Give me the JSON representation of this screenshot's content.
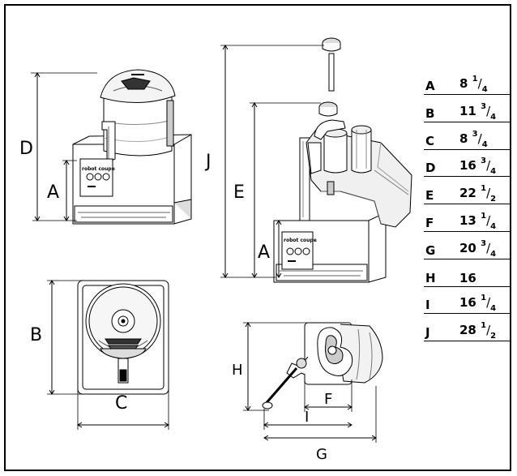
{
  "dimension_labels": {
    "a1": "A",
    "d": "D",
    "j": "J",
    "e": "E",
    "a2": "A",
    "b": "B",
    "c": "C",
    "h": "H",
    "f": "F",
    "i": "I",
    "g": "G"
  },
  "brand_text": "robot coupe",
  "dimensions_table": [
    {
      "key": "A",
      "whole": "8",
      "num": "1",
      "den": "4"
    },
    {
      "key": "B",
      "whole": "11",
      "num": "3",
      "den": "4"
    },
    {
      "key": "C",
      "whole": "8",
      "num": "3",
      "den": "4"
    },
    {
      "key": "D",
      "whole": "16",
      "num": "3",
      "den": "4"
    },
    {
      "key": "E",
      "whole": "22",
      "num": "1",
      "den": "2"
    },
    {
      "key": "F",
      "whole": "13",
      "num": "1",
      "den": "4"
    },
    {
      "key": "G",
      "whole": "20",
      "num": "3",
      "den": "4"
    },
    {
      "key": "H",
      "whole": "16",
      "num": "",
      "den": ""
    },
    {
      "key": "I",
      "whole": "16",
      "num": "1",
      "den": "4"
    },
    {
      "key": "J",
      "whole": "28",
      "num": "1",
      "den": "2"
    }
  ]
}
